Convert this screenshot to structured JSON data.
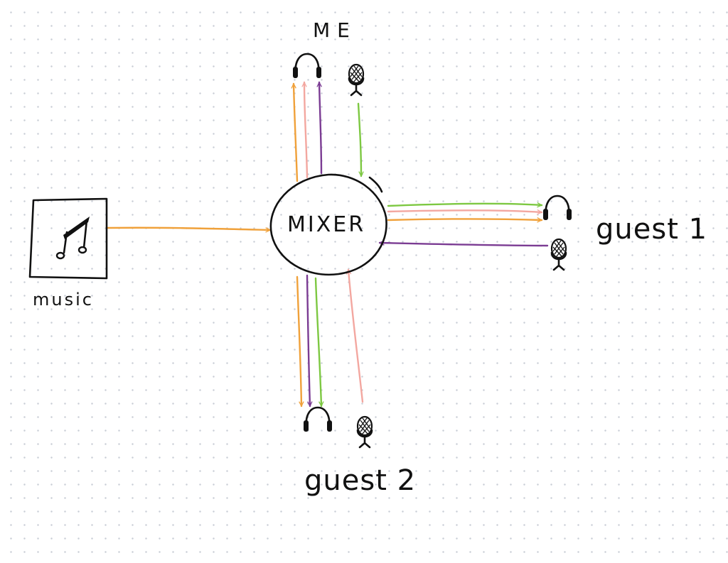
{
  "labels": {
    "me": "ME",
    "mixer": "MIXER",
    "music": "music",
    "guest1": "guest 1",
    "guest2": "guest 2"
  },
  "colors": {
    "orange": "#f0a13a",
    "pink": "#f3a7a0",
    "purple": "#7b3c93",
    "green": "#7dc842",
    "ink": "#111111",
    "dots": "#c9ced6"
  },
  "icons": {
    "headphones": "headphones-icon",
    "microphone": "microphone-icon",
    "music_note": "music-note-icon"
  }
}
